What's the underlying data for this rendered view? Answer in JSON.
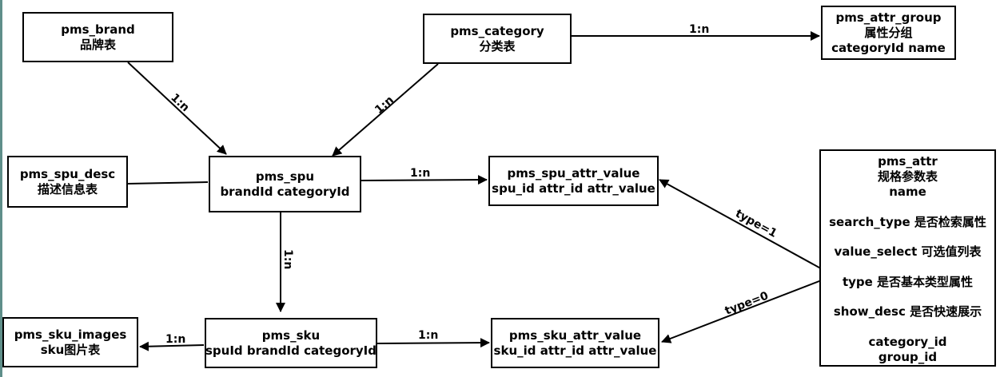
{
  "nodes": {
    "brand": [
      "pms_brand",
      "品牌表"
    ],
    "category": [
      "pms_category",
      "分类表"
    ],
    "attr_group": [
      "pms_attr_group",
      "属性分组",
      "categoryId name"
    ],
    "spu_desc": [
      "pms_spu_desc",
      "描述信息表"
    ],
    "spu": [
      "pms_spu",
      "brandId categoryId"
    ],
    "spu_attr_value": [
      "pms_spu_attr_value",
      "spu_id attr_id attr_value"
    ],
    "sku_images": [
      "pms_sku_images",
      "sku图片表"
    ],
    "sku": [
      "pms_sku",
      "spuId brandId categoryId"
    ],
    "sku_attr_value": [
      "pms_sku_attr_value",
      "sku_id attr_id attr_value"
    ],
    "attr": {
      "header": [
        "pms_attr",
        "规格参数表",
        "name"
      ],
      "fields": [
        "search_type 是否检索属性",
        "value_select 可选值列表",
        "type 是否基本类型属性",
        "show_desc 是否快速展示"
      ],
      "footer": [
        "category_id",
        "group_id"
      ]
    }
  },
  "edge_labels": {
    "category_attr_group": "1:n",
    "brand_spu": "1:n",
    "category_spu": "1:n",
    "spu_spu_attr_value": "1:n",
    "spu_sku": "1:n",
    "sku_sku_images": "1:n",
    "sku_sku_attr_value": "1:n",
    "attr_spu_attr_value": "type=1",
    "attr_sku_attr_value": "type=0"
  }
}
